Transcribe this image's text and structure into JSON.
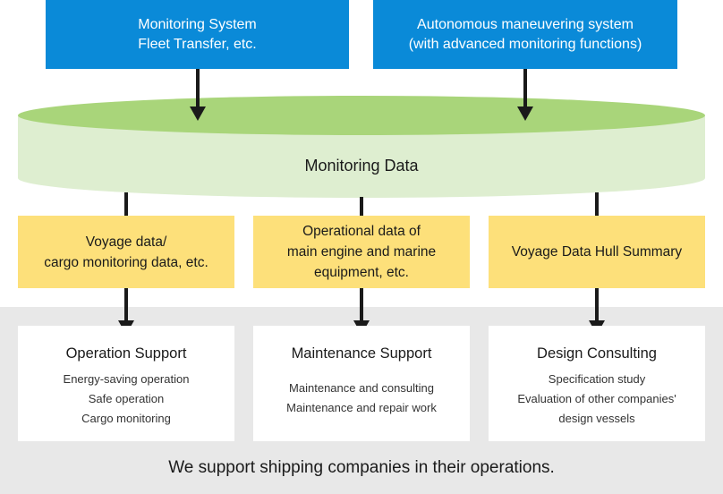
{
  "top_boxes": [
    {
      "lines": [
        "Monitoring System",
        "Fleet Transfer, etc."
      ]
    },
    {
      "lines": [
        "Autonomous maneuvering system",
        "(with advanced monitoring functions)"
      ]
    }
  ],
  "monitoring_data": {
    "label": "Monitoring Data"
  },
  "data_boxes": [
    {
      "lines": [
        "Voyage data/",
        "cargo monitoring data, etc."
      ]
    },
    {
      "lines": [
        "Operational data of",
        "main engine and marine",
        "equipment, etc."
      ]
    },
    {
      "lines": [
        "Voyage Data Hull Summary"
      ]
    }
  ],
  "support_boxes": [
    {
      "title": "Operation Support",
      "items": [
        "Energy-saving operation",
        "Safe operation",
        "Cargo monitoring"
      ]
    },
    {
      "title": "Maintenance Support",
      "items": [
        "Maintenance and consulting",
        "Maintenance and repair work"
      ]
    },
    {
      "title": "Design Consulting",
      "items": [
        "Specification study",
        "Evaluation of other companies'",
        "design vessels"
      ]
    }
  ],
  "footer": {
    "text": "We support shipping companies in their operations."
  },
  "colors": {
    "top_box": "#0a8ad8",
    "cylinder_top": "#a9d57a",
    "cylinder_body": "#deeed0",
    "data_box": "#fde07a",
    "band": "#e8e8e8"
  }
}
